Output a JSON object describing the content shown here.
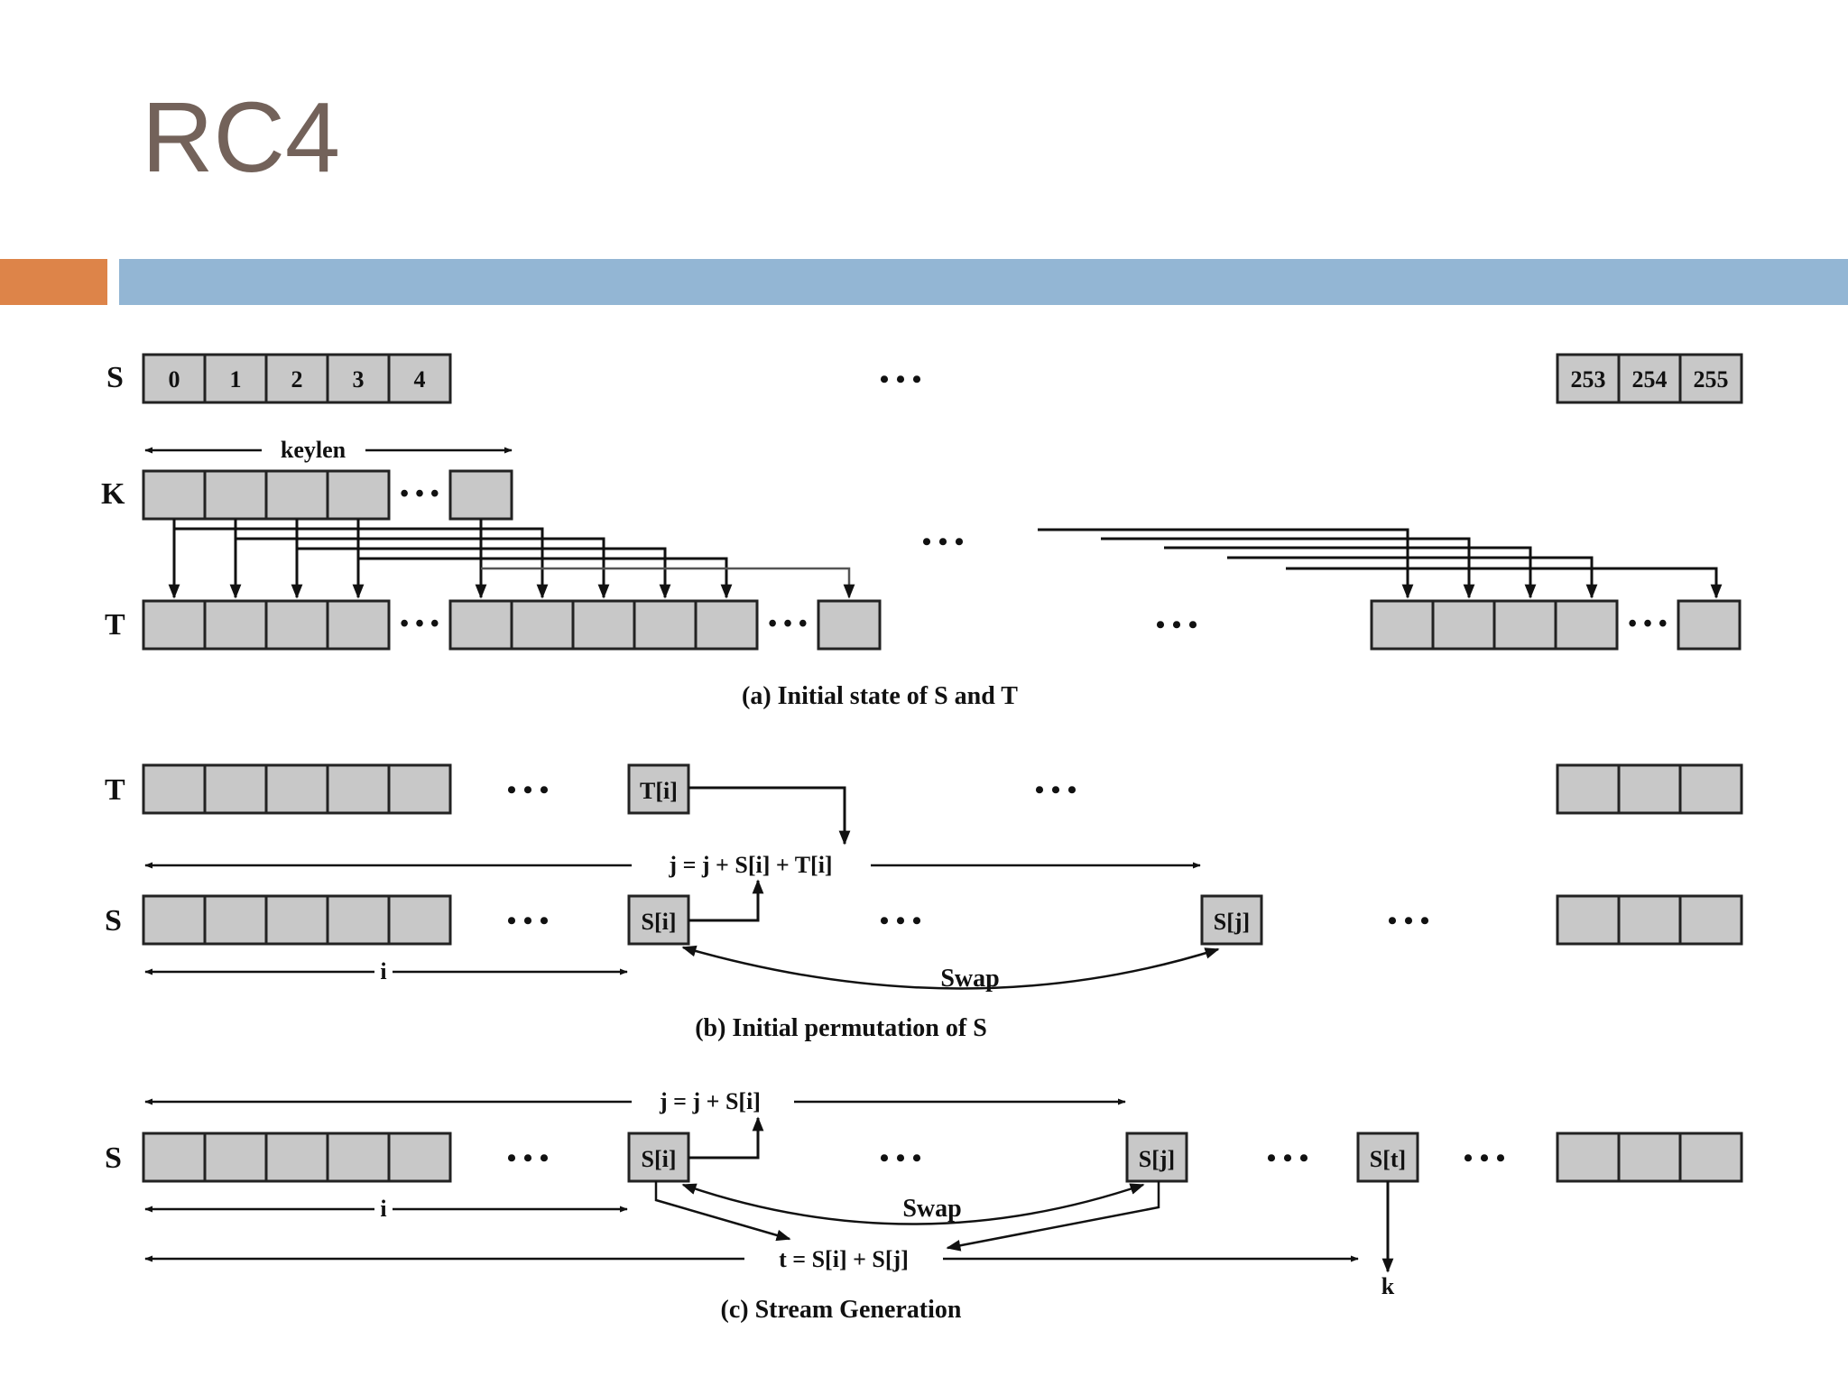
{
  "slide": {
    "title": "RC4"
  },
  "panel_a": {
    "row_s_label": "S",
    "row_k_label": "K",
    "row_t_label": "T",
    "s_cells_start": [
      "0",
      "1",
      "2",
      "3",
      "4"
    ],
    "s_cells_end": [
      "253",
      "254",
      "255"
    ],
    "keylen_label": "keylen",
    "ellipsis": "• • •",
    "caption": "(a) Initial state of S and T"
  },
  "panel_b": {
    "row_t_label": "T",
    "row_s_label": "S",
    "t_highlight": "T[i]",
    "s_highlight_i": "S[i]",
    "s_highlight_j": "S[j]",
    "j_formula": "j = j + S[i] + T[i]",
    "i_label": "i",
    "swap_label": "Swap",
    "caption": "(b) Initial permutation of S"
  },
  "panel_c": {
    "row_s_label": "S",
    "s_highlight_i": "S[i]",
    "s_highlight_j": "S[j]",
    "s_highlight_t": "S[t]",
    "j_formula": "j = j + S[i]",
    "i_label": "i",
    "swap_label": "Swap",
    "t_formula": "t = S[i] + S[j]",
    "k_label": "k",
    "caption": "(c) Stream Generation"
  }
}
